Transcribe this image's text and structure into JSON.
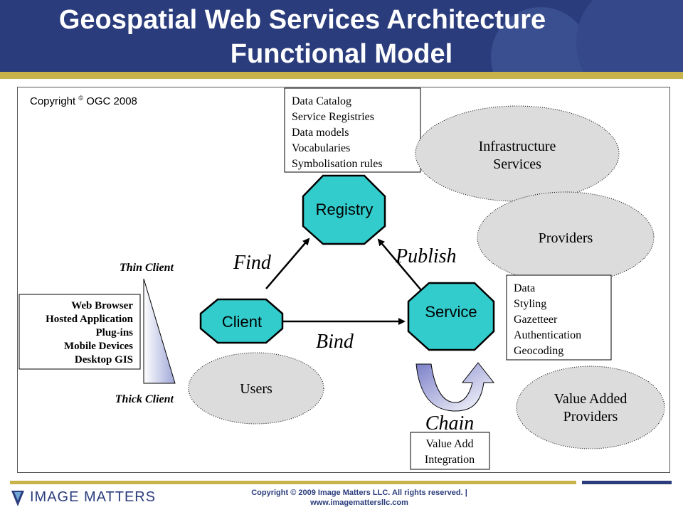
{
  "title": {
    "line1": "Geospatial Web Services Architecture",
    "line2": "Functional Model"
  },
  "copyright_note": {
    "text": "Copyright",
    "symbol": "©",
    "owner": "OGC 2008"
  },
  "registry_box": {
    "items": [
      "Data Catalog",
      "Service Registries",
      "Data models",
      "Vocabularies",
      "Symbolisation rules"
    ]
  },
  "nodes": {
    "registry": "Registry",
    "client": "Client",
    "service": "Service"
  },
  "edges": {
    "find": "Find",
    "publish": "Publish",
    "bind": "Bind",
    "chain": "Chain"
  },
  "ellipses": {
    "infrastructure": [
      "Infrastructure",
      "Services"
    ],
    "providers": "Providers",
    "users": "Users",
    "value_added": [
      "Value Added",
      "Providers"
    ]
  },
  "service_box": {
    "items": [
      "Data",
      "Styling",
      "Gazetteer",
      "Authentication",
      "Geocoding"
    ]
  },
  "client_box": {
    "items": [
      "Web Browser",
      "Hosted Application",
      "Plug-ins",
      "Mobile Devices",
      "Desktop GIS"
    ]
  },
  "client_scale": {
    "top": "Thin Client",
    "bottom": "Thick Client"
  },
  "chain_box": {
    "items": [
      "Value Add",
      "Integration"
    ]
  },
  "footer": {
    "logo": "IMAGE MATTERS",
    "line1": "Copyright © 2009 Image Matters LLC. All rights reserved. |",
    "line2": "www.imagemattersllc.com"
  },
  "colors": {
    "header": "#2a3c7c",
    "accent_bar": "#c8b24a",
    "octagon_fill": "#33cccc",
    "ellipse_fill": "#dcdcdc"
  }
}
